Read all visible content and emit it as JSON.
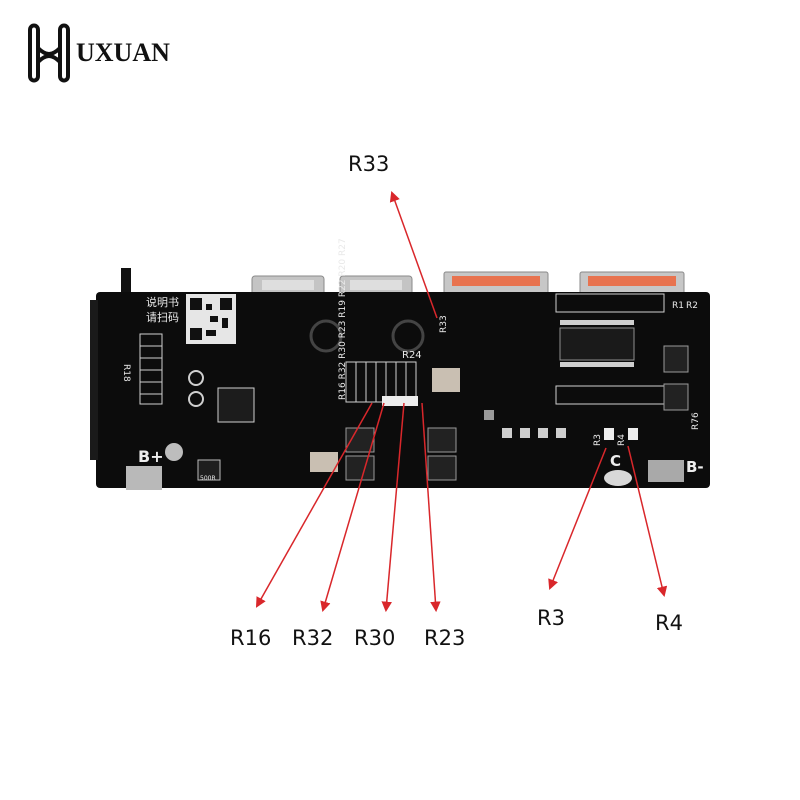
{
  "brand": {
    "name": "UXUAN",
    "logo_icon": "h-monogram-logo-icon"
  },
  "callouts": [
    {
      "id": "r33",
      "label": "R33"
    },
    {
      "id": "r16",
      "label": "R16"
    },
    {
      "id": "r32",
      "label": "R32"
    },
    {
      "id": "r30",
      "label": "R30"
    },
    {
      "id": "r23",
      "label": "R23"
    },
    {
      "id": "r3",
      "label": "R3"
    },
    {
      "id": "r4",
      "label": "R4"
    }
  ],
  "silkscreen": {
    "b_plus": "B+",
    "b_minus": "B-",
    "c": "C",
    "manual_line1": "说明书",
    "manual_line2": "请扫码",
    "r24": "R24",
    "r1": "R1",
    "r2": "R2",
    "r76": "R76",
    "r18": "R18",
    "r3": "R3",
    "r4": "R4",
    "r33": "R33",
    "stack": "R16 R32 R30 R23 R19 R22 R20 R27",
    "chip_500": "500R"
  },
  "colors": {
    "pcb": "#0c0c0c",
    "arrow": "#d9272b",
    "usb_pink": "#e8734f",
    "metal": "#b9b9b9"
  }
}
